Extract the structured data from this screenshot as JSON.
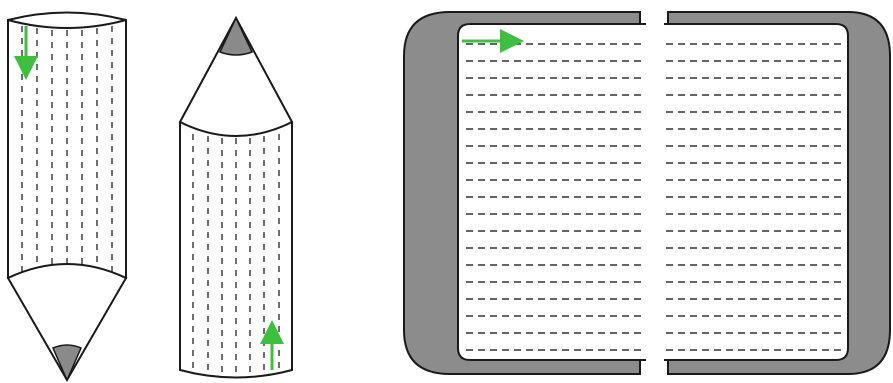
{
  "figures": [
    {
      "id": "pencil-pointing-down",
      "arrow": "down"
    },
    {
      "id": "pencil-pointing-up",
      "arrow": "up"
    },
    {
      "id": "open-book",
      "arrow": "right"
    }
  ],
  "colors": {
    "outline": "#1a1a1a",
    "arrow": "#3fbf3f",
    "tip": "#8a8a8a",
    "cover": "#8c8c8c",
    "paper": "#ffffff",
    "dash": "#333333"
  }
}
